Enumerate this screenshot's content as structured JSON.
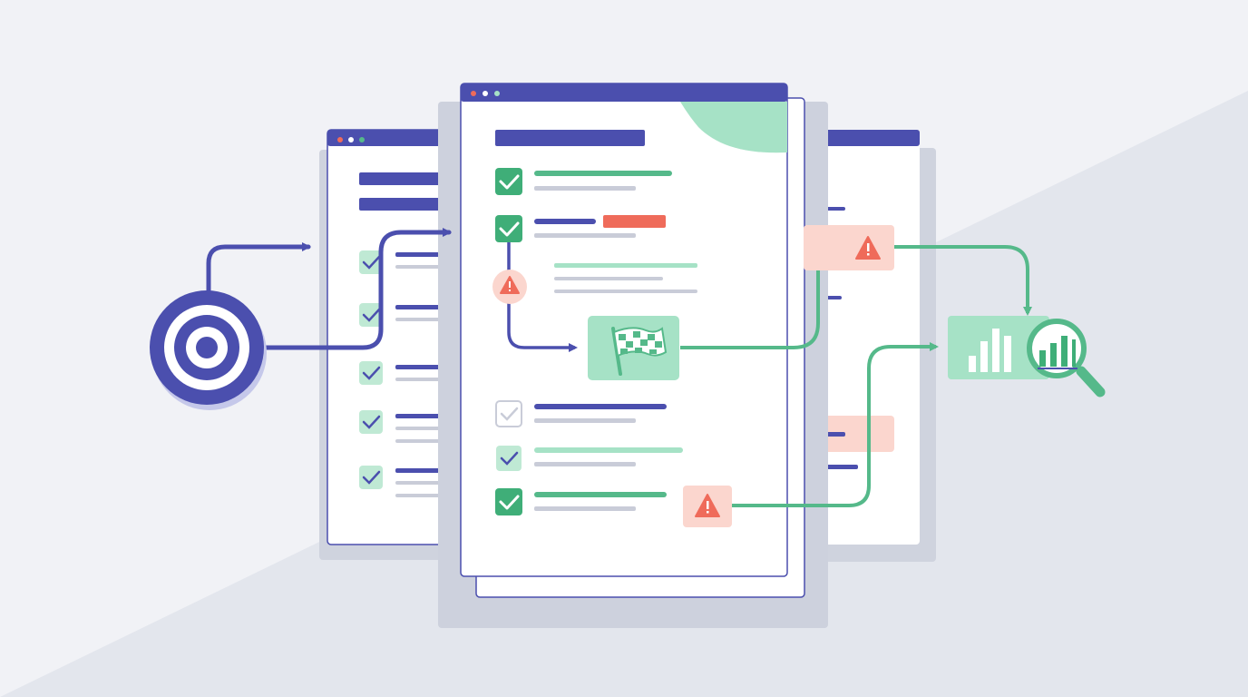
{
  "colors": {
    "background_light": "#f1f2f6",
    "background_shade": "#e2e5ec",
    "window_shadow": "#cdd1dd",
    "primary_purple": "#4b4fae",
    "primary_purple_light": "#c5c8ea",
    "accent_green": "#55b98a",
    "accent_green_light": "#a6e2c6",
    "check_green": "#3fae78",
    "check_tile_light": "#bfe9d4",
    "warning_red": "#ef6b5a",
    "warning_bg": "#fbd6ce",
    "line_gray": "#c9ccd8",
    "window_white": "#ffffff"
  },
  "icons": {
    "start": "target-icon",
    "milestone": "checkered-flag-icon",
    "warning": "warning-triangle-icon",
    "done": "checkmark-icon",
    "todo": "empty-checkbox-icon",
    "result": "bar-chart-icon",
    "analysis": "magnifying-glass-chart-icon",
    "direction": "arrow-right-icon"
  },
  "checklists": {
    "left_window": [
      "done",
      "done",
      "done",
      "done",
      "done"
    ],
    "center_window": [
      "done",
      "done",
      "todo",
      "done",
      "done"
    ]
  },
  "warnings_count": 3
}
